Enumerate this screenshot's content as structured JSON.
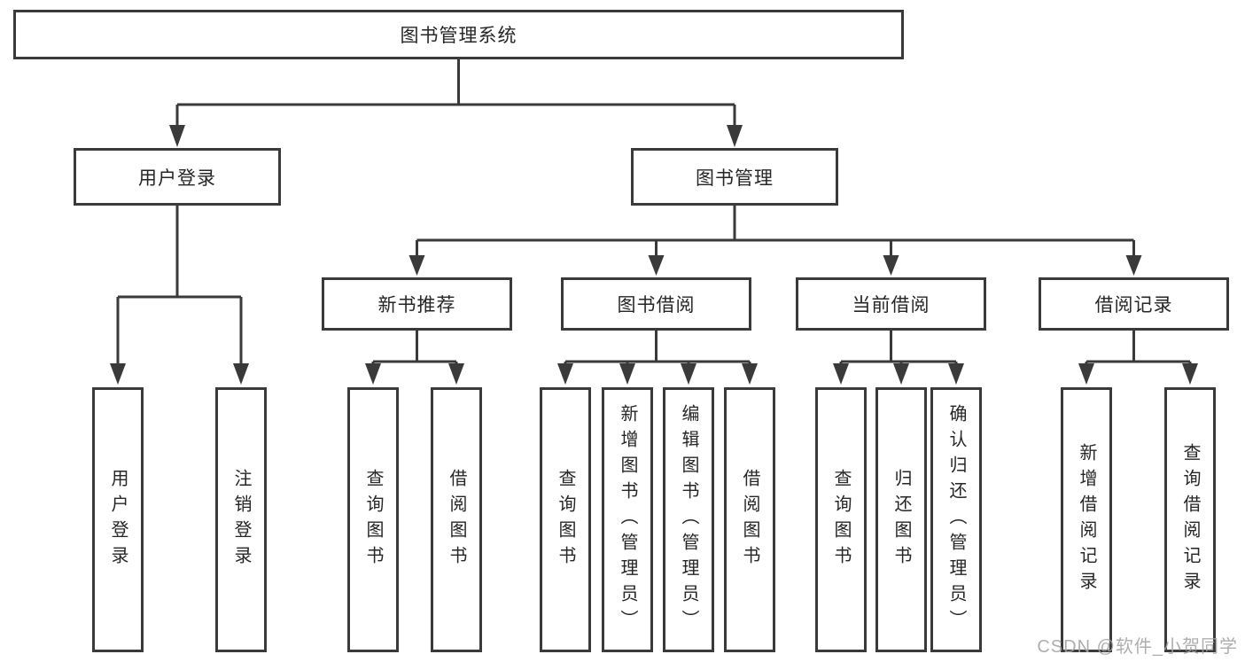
{
  "diagram": {
    "root": {
      "label": "图书管理系统"
    },
    "level2": [
      {
        "label": "用户登录"
      },
      {
        "label": "图书管理"
      }
    ],
    "level3": [
      {
        "label": "新书推荐"
      },
      {
        "label": "图书借阅"
      },
      {
        "label": "当前借阅"
      },
      {
        "label": "借阅记录"
      }
    ],
    "leaves": [
      {
        "label": "用户登录"
      },
      {
        "label": "注销登录"
      },
      {
        "label": "查询图书"
      },
      {
        "label": "借阅图书"
      },
      {
        "label": "查询图书"
      },
      {
        "label": "新增图书（管理员）"
      },
      {
        "label": "编辑图书（管理员）"
      },
      {
        "label": "借阅图书"
      },
      {
        "label": "查询图书"
      },
      {
        "label": "归还图书"
      },
      {
        "label": "确认归还（管理员）"
      },
      {
        "label": "新增借阅记录"
      },
      {
        "label": "查询借阅记录"
      }
    ]
  },
  "watermark": {
    "text": "CSDN @软件_小贺同学"
  },
  "colors": {
    "line": "#3a3a3a",
    "text": "#262626",
    "background": "#ffffff",
    "watermark": "#a3a3a3"
  }
}
